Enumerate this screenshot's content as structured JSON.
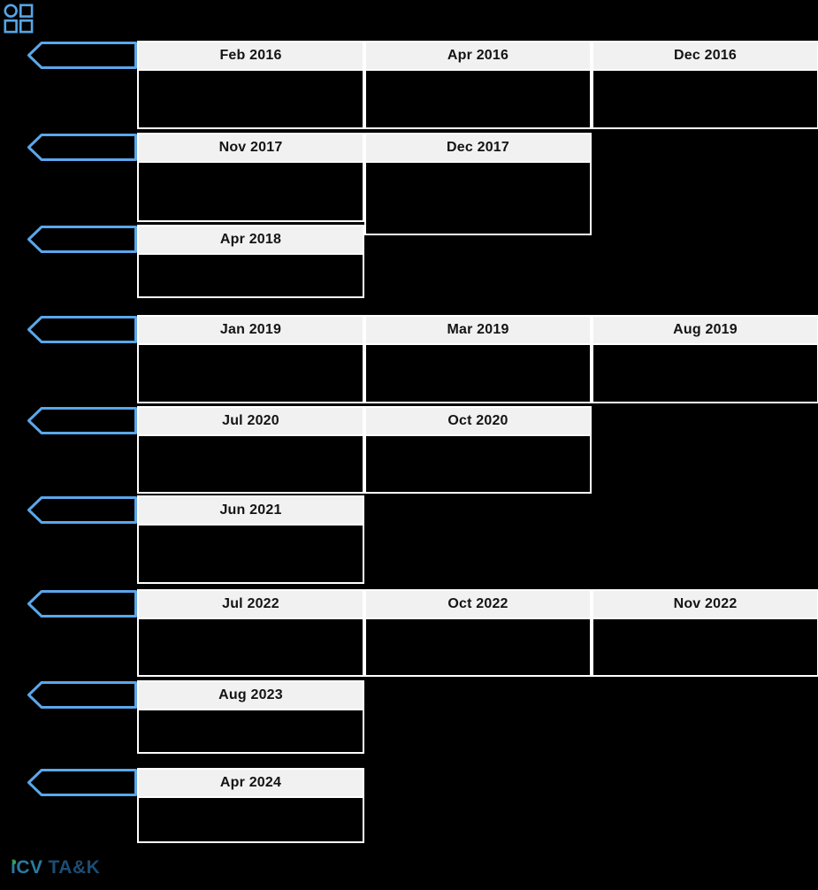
{
  "page": {
    "background_color": "#000000",
    "accent_blue": "#5ba7ea",
    "card_header_gray": "#f1f1f1",
    "card_border_color": "#ffffff"
  },
  "toolbar": {
    "apps_icon": "grid-of-squares-with-circle",
    "apps_icon_color": "#55a6e8"
  },
  "timeline": {
    "rows": [
      {
        "cards": [
          {
            "label": "Feb 2016"
          },
          {
            "label": "Apr 2016"
          },
          {
            "label": "Dec 2016"
          }
        ]
      },
      {
        "cards": [
          {
            "label": "Nov 2017"
          },
          {
            "label": "Dec 2017"
          }
        ]
      },
      {
        "cards": [
          {
            "label": "Apr 2018"
          }
        ]
      },
      {
        "cards": [
          {
            "label": "Jan 2019"
          },
          {
            "label": "Mar 2019"
          },
          {
            "label": "Aug 2019"
          }
        ]
      },
      {
        "cards": [
          {
            "label": "Jul 2020"
          },
          {
            "label": "Oct 2020"
          }
        ]
      },
      {
        "cards": [
          {
            "label": "Jun 2021"
          }
        ]
      },
      {
        "cards": [
          {
            "label": "Jul 2022"
          },
          {
            "label": "Oct 2022"
          },
          {
            "label": "Nov 2022"
          }
        ]
      },
      {
        "cards": [
          {
            "label": "Aug 2023"
          }
        ]
      },
      {
        "cards": [
          {
            "label": "Apr 2024"
          }
        ]
      }
    ]
  },
  "footer": {
    "logo_primary": "iCV",
    "logo_secondary": "TA&K",
    "logo_primary_color": "#2a7ba3",
    "logo_secondary_color": "#1d4d74"
  }
}
